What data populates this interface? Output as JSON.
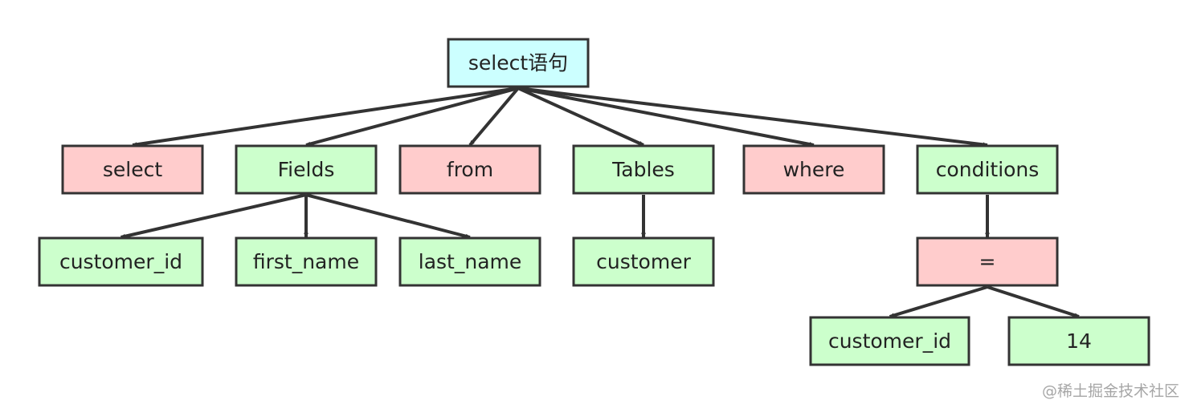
{
  "colors": {
    "root_fill": "#ccffff",
    "keyword_fill": "#ffcccc",
    "value_fill": "#ccffcc",
    "stroke": "#333333"
  },
  "nodes": {
    "root": {
      "label": "select语句",
      "kind": "root"
    },
    "select_kw": {
      "label": "select",
      "kind": "keyword"
    },
    "fields": {
      "label": "Fields",
      "kind": "value"
    },
    "from_kw": {
      "label": "from",
      "kind": "keyword"
    },
    "tables": {
      "label": "Tables",
      "kind": "value"
    },
    "where_kw": {
      "label": "where",
      "kind": "keyword"
    },
    "conditions": {
      "label": "conditions",
      "kind": "value"
    },
    "field_customer_id": {
      "label": "customer_id",
      "kind": "value"
    },
    "field_first_name": {
      "label": "first_name",
      "kind": "value"
    },
    "field_last_name": {
      "label": "last_name",
      "kind": "value"
    },
    "table_customer": {
      "label": "customer",
      "kind": "value"
    },
    "eq_op": {
      "label": "=",
      "kind": "keyword"
    },
    "cond_customer_id": {
      "label": "customer_id",
      "kind": "value"
    },
    "cond_value": {
      "label": "14",
      "kind": "value"
    }
  },
  "edges": [
    [
      "root",
      "select_kw"
    ],
    [
      "root",
      "fields"
    ],
    [
      "root",
      "from_kw"
    ],
    [
      "root",
      "tables"
    ],
    [
      "root",
      "where_kw"
    ],
    [
      "root",
      "conditions"
    ],
    [
      "fields",
      "field_customer_id"
    ],
    [
      "fields",
      "field_first_name"
    ],
    [
      "fields",
      "field_last_name"
    ],
    [
      "tables",
      "table_customer"
    ],
    [
      "conditions",
      "eq_op"
    ],
    [
      "eq_op",
      "cond_customer_id"
    ],
    [
      "eq_op",
      "cond_value"
    ]
  ],
  "watermark": "@稀土掘金技术社区"
}
